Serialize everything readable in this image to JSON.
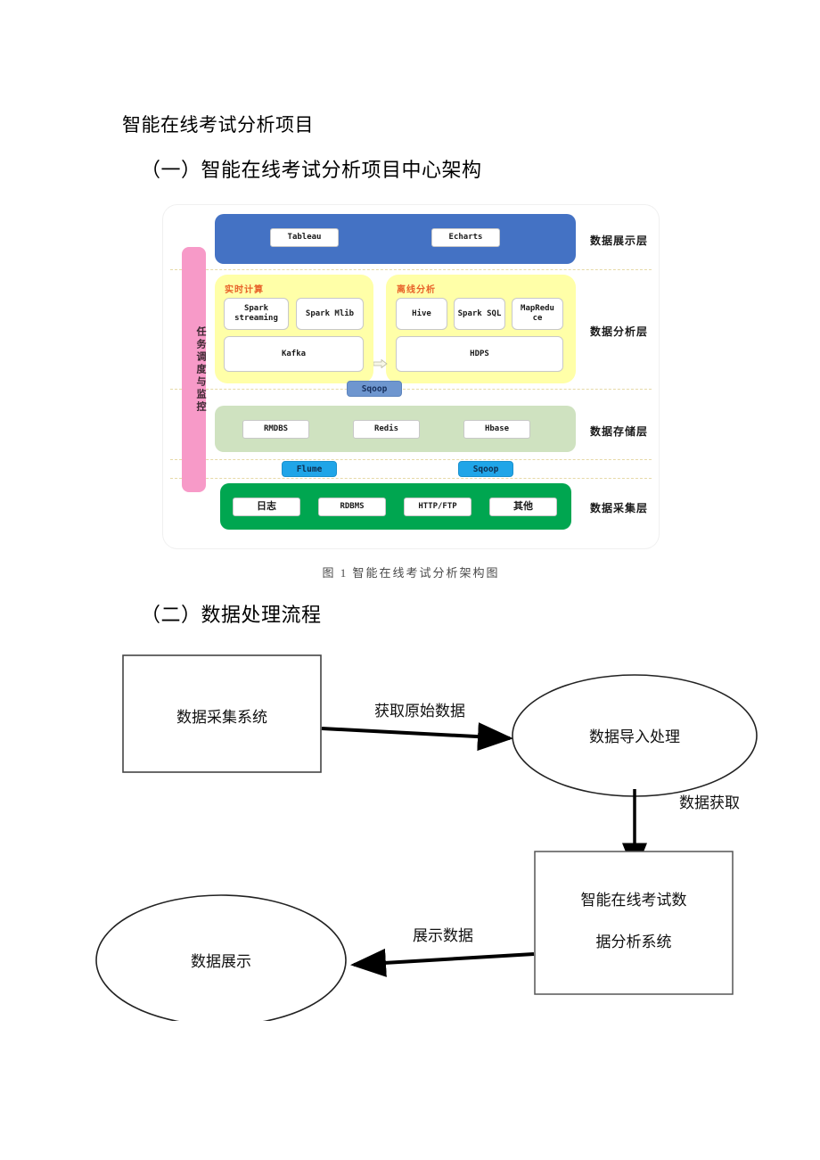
{
  "document": {
    "title": "智能在线考试分析项目",
    "sections": [
      {
        "number": "（一）",
        "heading": "（一）智能在线考试分析项目中心架构"
      },
      {
        "number": "（二）",
        "heading": "（二）数据处理流程"
      }
    ],
    "figure_caption": "图 1  智能在线考试分析架构图"
  },
  "architecture": {
    "scheduling_bar": {
      "label": "任务调度与监控",
      "color": "#f79ac8"
    },
    "layer_labels": [
      "数据展示层",
      "数据分析层",
      "数据存储层",
      "数据采集层"
    ],
    "display_layer": {
      "color": "#4472c4",
      "items": [
        "Tableau",
        "Echarts"
      ]
    },
    "analysis_layer": {
      "color": "#ffffa8",
      "groups": [
        {
          "title": "实时计算",
          "title_color": "#e8622a",
          "items": [
            "Spark streaming",
            "Spark Mlib"
          ],
          "base": "Kafka"
        },
        {
          "title": "离线分析",
          "title_color": "#e8622a",
          "items": [
            "Hive",
            "Spark SQL",
            "MapRedu ce"
          ],
          "base": "HDPS"
        }
      ]
    },
    "storage_layer": {
      "color": "#cfe2c0",
      "items": [
        "RMDBS",
        "Redis",
        "Hbase"
      ]
    },
    "collect_layer": {
      "color": "#00a650",
      "items": [
        "日志",
        "RDBMS",
        "HTTP/FTP",
        "其他"
      ]
    },
    "connectors": [
      {
        "label": "Sqoop",
        "style": "muted",
        "color": "#6e96cf"
      },
      {
        "label": "Flume",
        "style": "bright",
        "color": "#20a5e8"
      },
      {
        "label": "Sqoop",
        "style": "bright",
        "color": "#20a5e8"
      }
    ]
  },
  "flowchart": {
    "nodes": [
      {
        "id": "collect",
        "shape": "rect",
        "label": "数据采集系统"
      },
      {
        "id": "import",
        "shape": "ellipse",
        "label": "数据导入处理"
      },
      {
        "id": "analysis",
        "shape": "rect",
        "label_line1": "智能在线考试数",
        "label_line2": "据分析系统"
      },
      {
        "id": "display",
        "shape": "ellipse",
        "label": "数据展示"
      }
    ],
    "edges": [
      {
        "from": "collect",
        "to": "import",
        "label": "获取原始数据"
      },
      {
        "from": "import",
        "to": "analysis",
        "label": "数据获取"
      },
      {
        "from": "analysis",
        "to": "display",
        "label": "展示数据"
      }
    ]
  }
}
